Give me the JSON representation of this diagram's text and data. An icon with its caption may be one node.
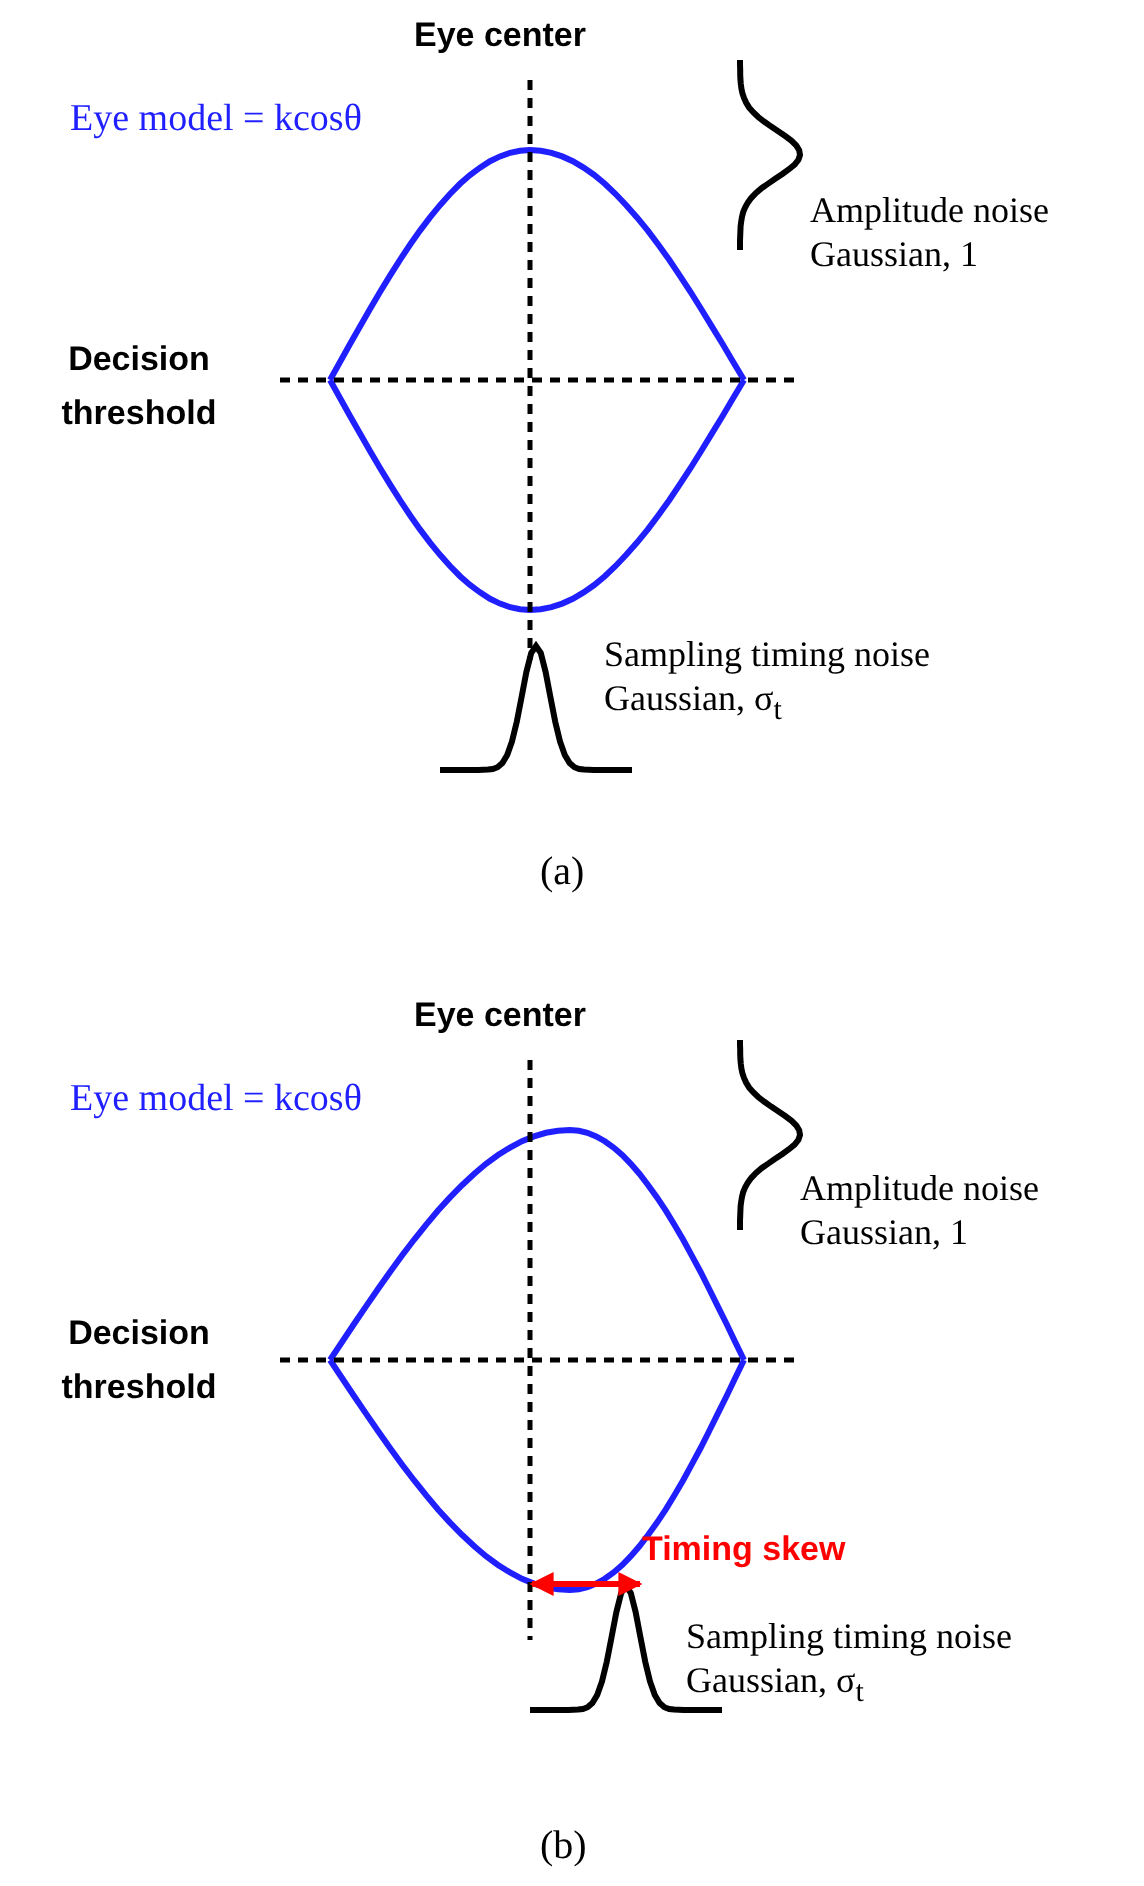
{
  "diagram": {
    "labels": [
      "Eye center",
      "Eye model = kcosθ",
      "Amplitude noise Gaussian, 1",
      "Decision threshold",
      "Sampling timing noise Gaussian, σ$_{t}$",
      "(a)",
      "Eye center",
      "Eye model = kcosθ",
      "Amplitude noise Gaussian, 1",
      "Decision threshold",
      "Timing skew",
      "Sampling timing noise Gaussian, σ$_{t}$",
      "(b)"
    ]
  }
}
